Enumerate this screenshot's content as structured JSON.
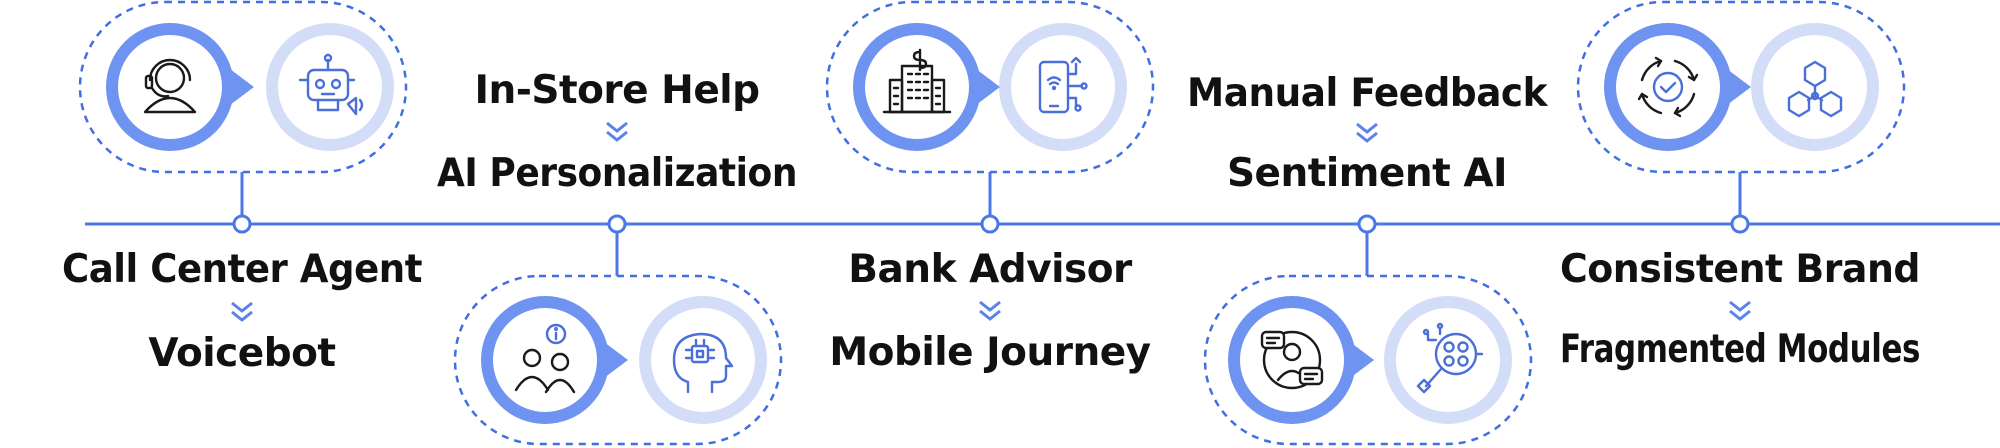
{
  "steps": [
    {
      "from": "Call Center Agent",
      "to": "Voicebot",
      "from_icon": "headset-agent-icon",
      "to_icon": "robot-voice-icon"
    },
    {
      "from": "In-Store Help",
      "to": "AI Personalization",
      "from_icon": "people-info-icon",
      "to_icon": "ai-head-icon"
    },
    {
      "from": "Bank Advisor",
      "to": "Mobile Journey",
      "from_icon": "bank-building-icon",
      "to_icon": "mobile-phone-icon"
    },
    {
      "from": "Manual Feedback",
      "to": "Sentiment AI",
      "from_icon": "feedback-chat-icon",
      "to_icon": "sentiment-analysis-icon"
    },
    {
      "from": "Consistent Brand",
      "to": "Fragmented Modules",
      "from_icon": "cycle-check-icon",
      "to_icon": "hexagon-modules-icon"
    }
  ],
  "colors": {
    "accent": "#6f93f0",
    "accent_light": "#d3ddf8",
    "line": "#4a78e6",
    "text": "#111111"
  }
}
